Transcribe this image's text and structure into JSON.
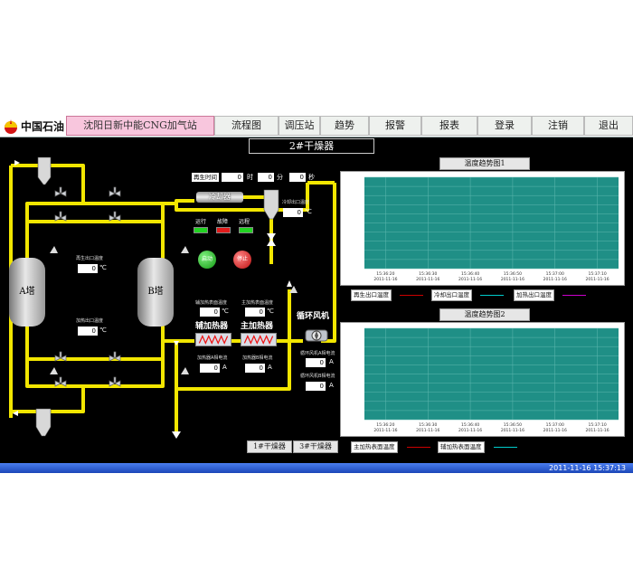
{
  "header": {
    "company": "中国石油",
    "station": "沈阳日新中能CNG加气站",
    "nav": [
      "流程图",
      "调压站",
      "趋势",
      "报警",
      "报表",
      "登录",
      "注销",
      "退出"
    ]
  },
  "title": "2#干燥器",
  "regen": {
    "label": "再生时间",
    "hours": "0",
    "hours_unit": "时",
    "minutes": "0",
    "minutes_unit": "分",
    "seconds": "0",
    "seconds_unit": "秒"
  },
  "status_leds": {
    "run": "运行",
    "fault": "故障",
    "remote": "远程"
  },
  "buttons": {
    "start": "启动",
    "stop": "停止"
  },
  "equipment": {
    "tower_a": "A塔",
    "tower_b": "B塔",
    "cooler": "冷却器",
    "aux_heater": "辅加热器",
    "main_heater": "主加热器",
    "fan": "循环风机"
  },
  "readings": {
    "cooler_outlet_temp": {
      "label": "冷却出口温度",
      "value": "0",
      "unit": "℃"
    },
    "regen_outlet_temp": {
      "label": "再生出口温度",
      "value": "0",
      "unit": "℃"
    },
    "heat_outlet_temp": {
      "label": "加热出口温度",
      "value": "0",
      "unit": "℃"
    },
    "aux_surface_temp": {
      "label": "辅加热表面温度",
      "value": "0",
      "unit": "℃"
    },
    "main_surface_temp": {
      "label": "主加热表面温度",
      "value": "0",
      "unit": "℃"
    },
    "aux_current": {
      "label": "加热器A相电流",
      "value": "0",
      "unit": "A"
    },
    "main_current": {
      "label": "加热器B相电流",
      "value": "0",
      "unit": "A"
    },
    "fan_a_current": {
      "label": "循环风机A相电流",
      "value": "0",
      "unit": "A"
    },
    "fan_b_current": {
      "label": "循环风机B相电流",
      "value": "0",
      "unit": "A"
    }
  },
  "tabs": [
    "1#干燥器",
    "3#干燥器"
  ],
  "charts": [
    {
      "title": "温度趋势图1",
      "legend": [
        {
          "label": "再生出口温度",
          "color": "#cc0000"
        },
        {
          "label": "冷却出口温度",
          "color": "#00cccc"
        },
        {
          "label": "加热出口温度",
          "color": "#cc00cc"
        }
      ],
      "time_labels": [
        "15:36:20",
        "15:36:30",
        "15:36:40",
        "15:36:50",
        "15:37:00",
        "15:37:10"
      ],
      "date_label": "2011-11-16"
    },
    {
      "title": "温度趋势图2",
      "legend": [
        {
          "label": "主加热表面温度",
          "color": "#cc0000"
        },
        {
          "label": "辅加热表面温度",
          "color": "#00cccc"
        }
      ],
      "time_labels": [
        "15:36:20",
        "15:36:30",
        "15:36:40",
        "15:36:50",
        "15:37:00",
        "15:37:10"
      ],
      "date_label": "2011-11-16"
    }
  ],
  "chart_data": [
    {
      "type": "line",
      "title": "温度趋势图1",
      "x": [
        "15:36:20",
        "15:36:30",
        "15:36:40",
        "15:36:50",
        "15:37:00",
        "15:37:10"
      ],
      "series": [
        {
          "name": "再生出口温度",
          "values": []
        },
        {
          "name": "冷却出口温度",
          "values": []
        },
        {
          "name": "加热出口温度",
          "values": []
        }
      ]
    },
    {
      "type": "line",
      "title": "温度趋势图2",
      "x": [
        "15:36:20",
        "15:36:30",
        "15:36:40",
        "15:36:50",
        "15:37:00",
        "15:37:10"
      ],
      "series": [
        {
          "name": "主加热表面温度",
          "values": []
        },
        {
          "name": "辅加热表面温度",
          "values": []
        }
      ]
    }
  ],
  "status_bar": {
    "datetime": "2011-11-16  15:37:13"
  },
  "colors": {
    "pipe": "#f2e600",
    "chart_bg": "#1f8f86",
    "header_highlight": "#f8c6dd",
    "status_bar": "#2d5fd6"
  }
}
